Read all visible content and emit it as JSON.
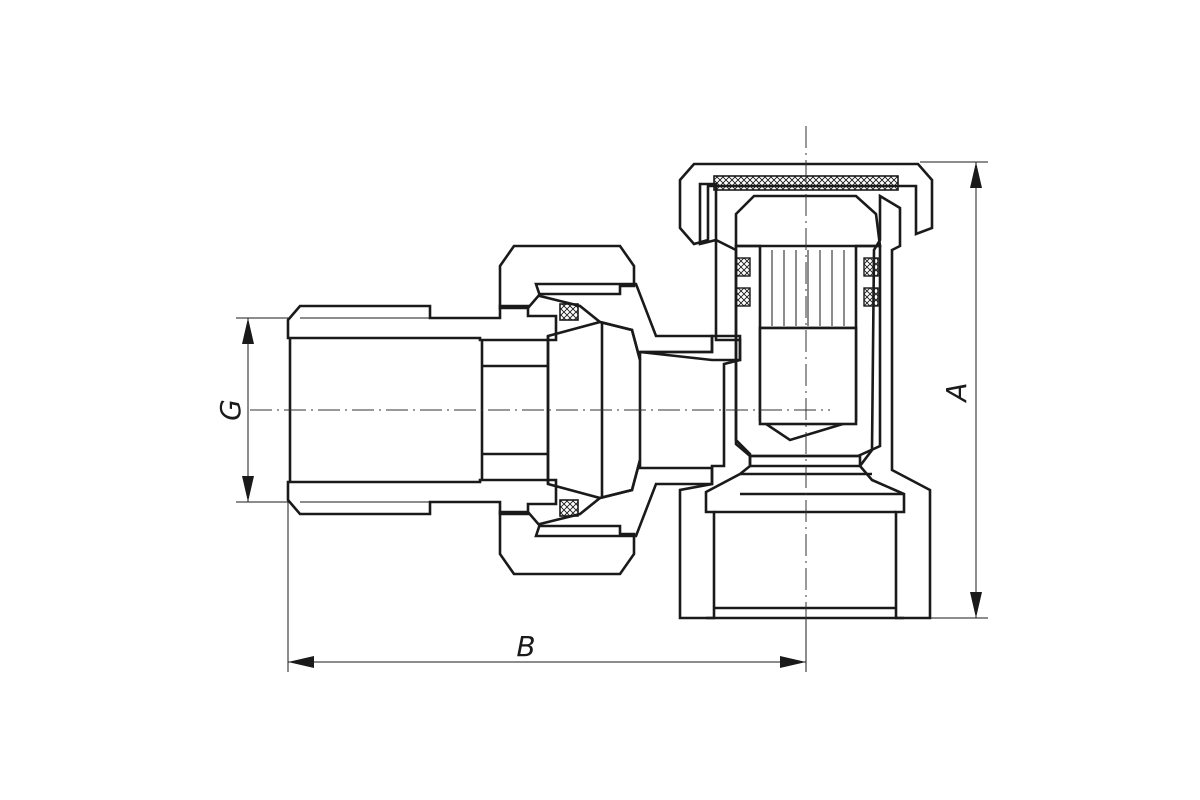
{
  "dimensions": {
    "A": "A",
    "B": "B",
    "G": "G"
  },
  "colors": {
    "line": "#1a1a1a",
    "background": "#ffffff"
  }
}
